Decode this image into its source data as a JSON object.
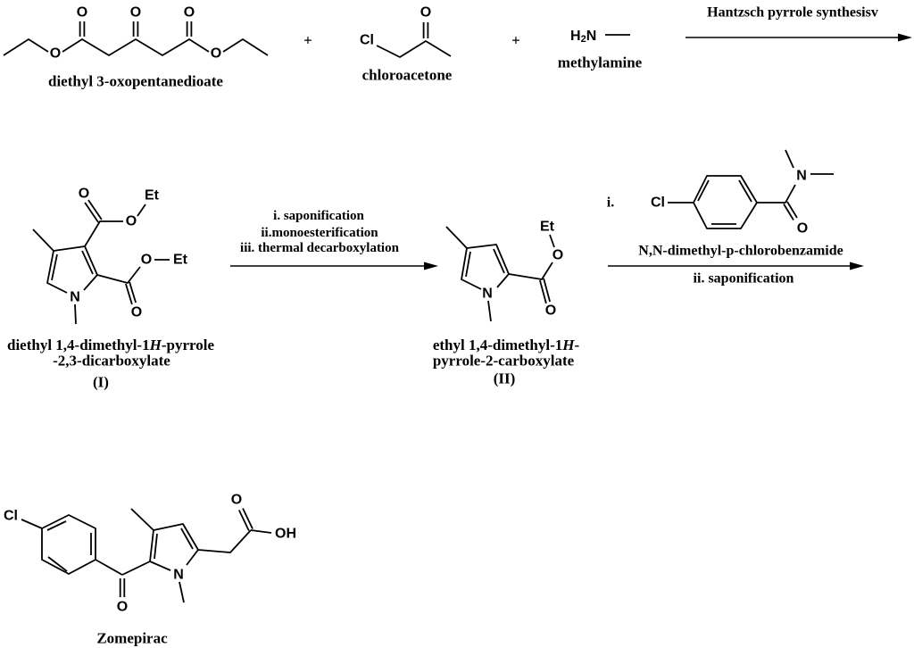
{
  "colors": {
    "ink": "#000000",
    "background": "#ffffff"
  },
  "atoms": {
    "O": "O",
    "N": "N",
    "Cl": "Cl",
    "Et": "Et",
    "OH": "OH",
    "H": "H",
    "sub2": "2",
    "plus": "+"
  },
  "row1": {
    "reactant1_name": "diethyl 3-oxopentanedioate",
    "reactant2_name": "chloroacetone",
    "reactant3_name": "methylamine",
    "arrow_label": "Hantzsch pyrrole synthesisv"
  },
  "row2": {
    "compound_I": {
      "caption_pre": "diethyl 1,4-dimethyl-1",
      "caption_h": "H",
      "caption_post": "-pyrrole",
      "caption_line2": "-2,3-dicarboxylate",
      "numeral": "(I)"
    },
    "arrow_conditions": [
      "i. saponification",
      "ii.monoesterification",
      "iii. thermal decarboxylation"
    ],
    "compound_II": {
      "caption_pre": "ethyl 1,4-dimethyl-1",
      "caption_h": "H",
      "caption_post": "-",
      "caption_line2": "pyrrole-2-carboxylate",
      "numeral": "(II)"
    },
    "arrow2": {
      "step_i": "i.",
      "reagent": "N,N-dimethyl-p-chlorobenzamide",
      "step_ii": "ii. saponification"
    }
  },
  "row3": {
    "product_name": "Zomepirac"
  }
}
